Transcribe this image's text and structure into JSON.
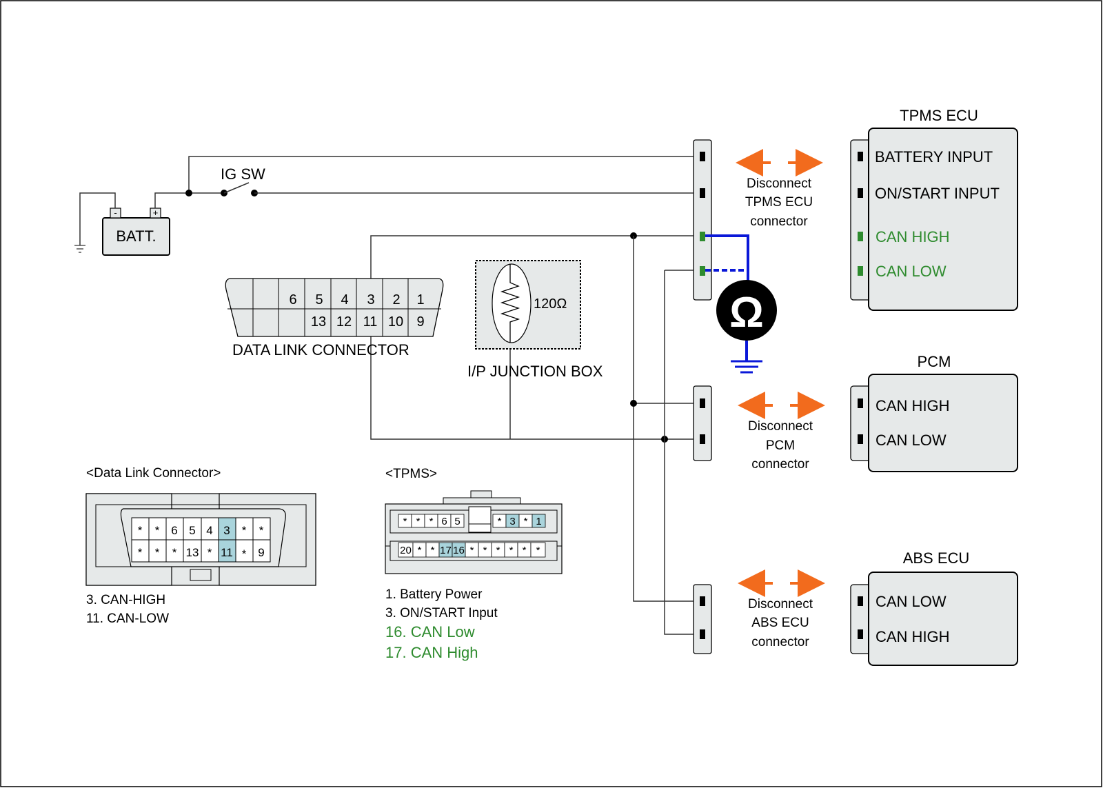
{
  "colors": {
    "panel": "#e6e9e9",
    "highlight": "#a9d4dc",
    "can_wire": "#0a18d8",
    "arrow": "#f26b1d",
    "green_text": "#2e8b2e"
  },
  "battery": {
    "label": "BATT.",
    "neg": "-",
    "pos": "+"
  },
  "ig_sw": "IG SW",
  "dlc": {
    "caption": "DATA LINK CONNECTOR",
    "top_pins": [
      "6",
      "5",
      "4",
      "3",
      "2",
      "1"
    ],
    "bottom_pins": [
      "13",
      "12",
      "11",
      "10",
      "9"
    ]
  },
  "junction": {
    "caption": "I/P JUNCTION BOX",
    "resistor": "120Ω"
  },
  "ohmmeter": {
    "symbol": "Ω"
  },
  "modules": [
    {
      "title": "TPMS ECU",
      "pins": [
        "BATTERY INPUT",
        "ON/START INPUT",
        "CAN HIGH",
        "CAN LOW"
      ],
      "disconnect": [
        "Disconnect",
        "TPMS ECU",
        "connector"
      ]
    },
    {
      "title": "PCM",
      "pins": [
        "CAN HIGH",
        "CAN LOW"
      ],
      "disconnect": [
        "Disconnect",
        "PCM",
        "connector"
      ]
    },
    {
      "title": "ABS ECU",
      "pins": [
        "CAN LOW",
        "CAN HIGH"
      ],
      "disconnect": [
        "Disconnect",
        "ABS ECU",
        "connector"
      ]
    }
  ],
  "dlc_face": {
    "title": "<Data Link Connector>",
    "row1": [
      "*",
      "*",
      "6",
      "5",
      "4",
      "3",
      "*",
      "*"
    ],
    "row2": [
      "*",
      "*",
      "*",
      "13",
      "*",
      "11",
      "*",
      "9"
    ],
    "legend": [
      "3. CAN-HIGH",
      "11. CAN-LOW"
    ]
  },
  "tpms_face": {
    "title": "<TPMS>",
    "row1_left": [
      "*",
      "*",
      "*",
      "6",
      "5"
    ],
    "row1_right": [
      "*",
      "3",
      "*",
      "1"
    ],
    "row2": [
      "20",
      "*",
      "*",
      "17",
      "16",
      "*",
      "*",
      "*",
      "*",
      "*",
      "*"
    ],
    "legend": [
      "1. Battery Power",
      "3. ON/START Input"
    ],
    "legend_green": [
      "16. CAN Low",
      "17. CAN High"
    ]
  }
}
